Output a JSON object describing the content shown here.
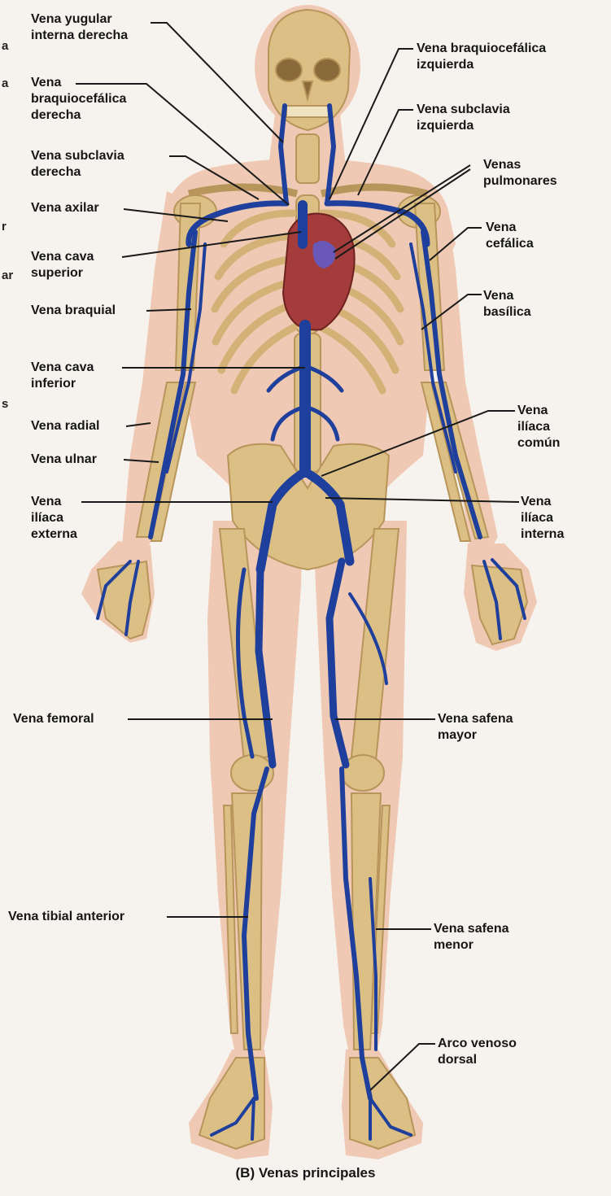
{
  "caption": "(B) Venas principales",
  "edge_fragments": [
    "a",
    "a",
    "r",
    "ar",
    "s"
  ],
  "labels": {
    "yugular_interna_derecha": "Vena yugular\ninterna derecha",
    "braquiocefalica_derecha": "Vena\nbraquiocefálica\nderecha",
    "subclavia_derecha": "Vena subclavia\nderecha",
    "axilar": "Vena axilar",
    "cava_superior": "Vena cava\nsuperior",
    "braquial": "Vena braquial",
    "cava_inferior": "Vena cava\ninferior",
    "radial": "Vena radial",
    "ulnar": "Vena ulnar",
    "iliaca_externa": "Vena\nilíaca\nexterna",
    "femoral": "Vena femoral",
    "tibial_anterior": "Vena tibial anterior",
    "braquiocefalica_izquierda": "Vena braquiocefálica\nizquierda",
    "subclavia_izquierda": "Vena subclavia\nizquierda",
    "pulmonares": "Venas\npulmonares",
    "cefalica": "Vena\ncefálica",
    "basilica": "Vena\nbasílica",
    "iliaca_comun": "Vena\nilíaca\ncomún",
    "iliaca_interna": "Vena\nilíaca\ninterna",
    "safena_mayor": "Vena safena\nmayor",
    "safena_menor": "Vena safena\nmenor",
    "arco_venoso_dorsal": "Arco venoso\ndorsal"
  },
  "colors": {
    "skin": "#efc9b4",
    "bone": "#dcbf84",
    "bone_shade": "#b8955a",
    "vein": "#1f3f9c",
    "vein_dark": "#13276a",
    "heart": "#a33c3a",
    "pulmonary": "#6a58b8",
    "leader": "#1a1a1a"
  }
}
